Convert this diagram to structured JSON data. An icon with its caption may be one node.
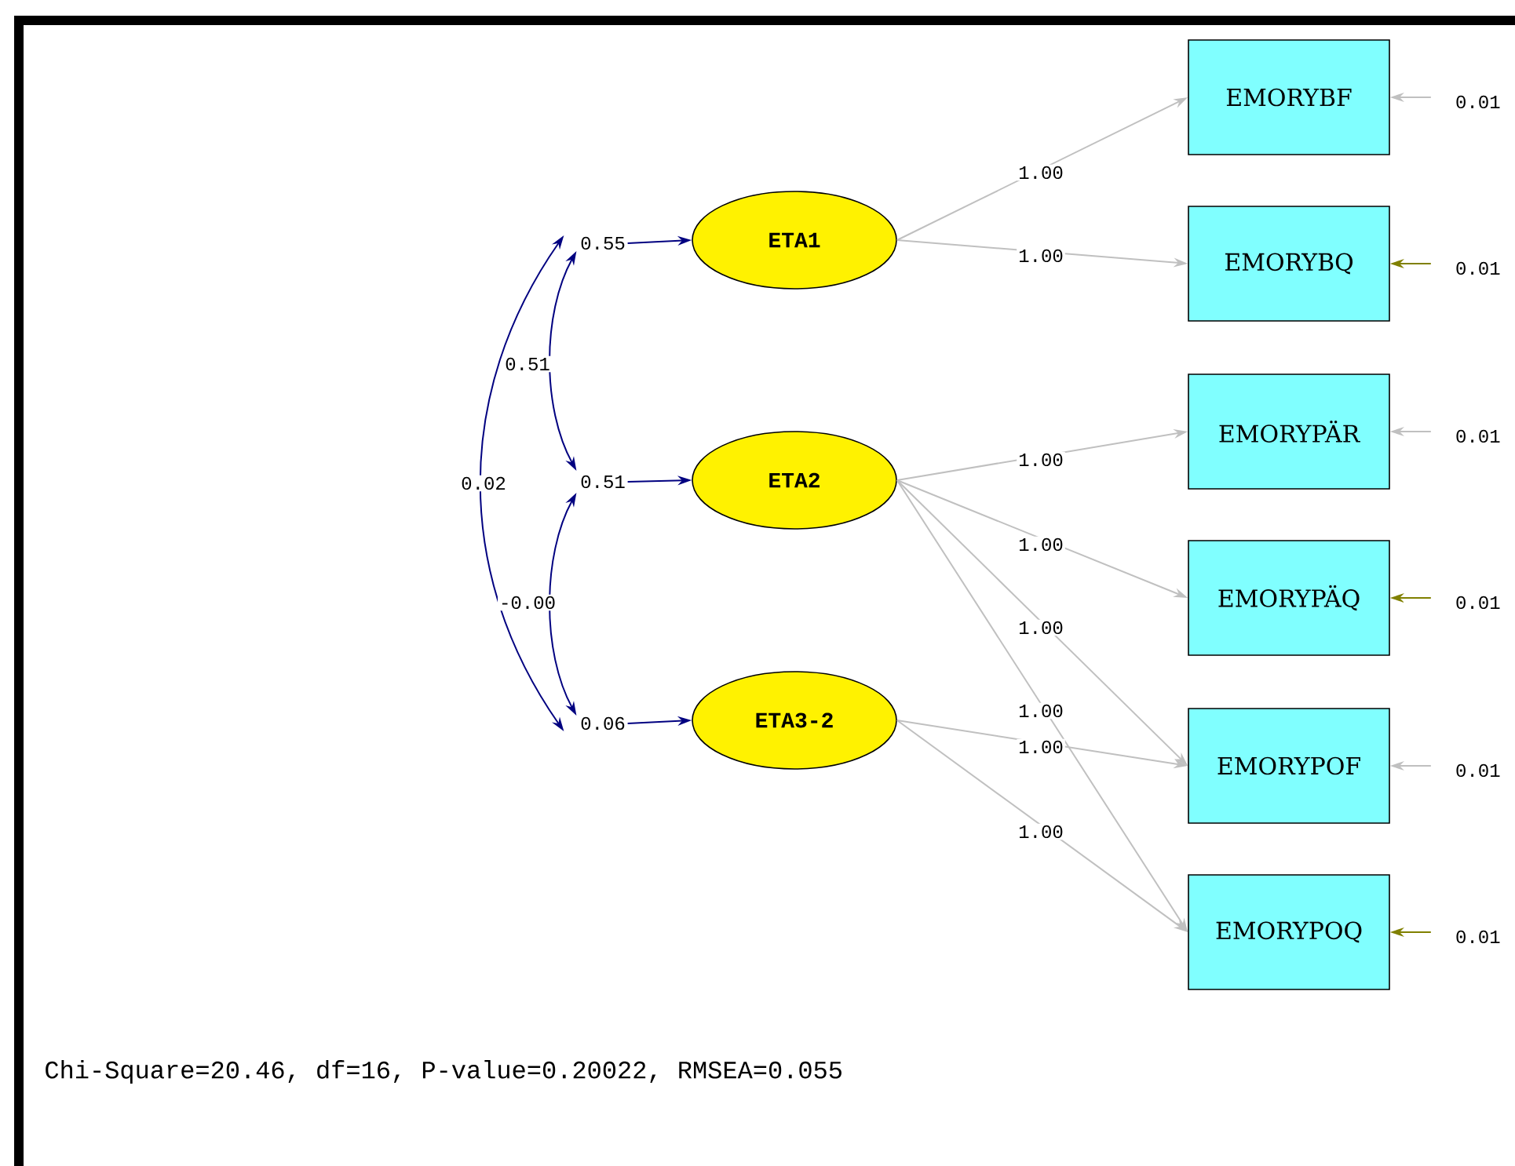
{
  "diagram": {
    "caption": "Chi-Square=20.46, df=16, P-value=0.20022, RMSEA=0.055",
    "nodes": [
      {
        "text": [
          "ETA1"
        ]
      },
      {
        "text": [
          "ETA2"
        ]
      },
      {
        "text": [
          "ETA3-2"
        ]
      },
      {
        "text": [
          "0.55"
        ]
      },
      {
        "text": [
          "0.51"
        ]
      },
      {
        "text": [
          "0.06"
        ]
      },
      {
        "text": [
          "EMORYBF"
        ]
      },
      {
        "text": [
          "EMORYBQ"
        ]
      },
      {
        "text": [
          "EMORYPÄR"
        ]
      },
      {
        "text": [
          "EMORYPÄQ"
        ]
      },
      {
        "text": [
          "EMORYPOF"
        ]
      },
      {
        "text": [
          "EMORYPOQ"
        ]
      }
    ],
    "edges": [
      {
        "from": 0,
        "to": 6,
        "arrow": "to",
        "label": "1.00"
      },
      {
        "from": 0,
        "to": 7,
        "arrow": "to",
        "label": "1.00"
      },
      {
        "from": 1,
        "to": 8,
        "arrow": "to",
        "label": "1.00"
      },
      {
        "from": 1,
        "to": 9,
        "arrow": "to",
        "label": "1.00"
      },
      {
        "from": 1,
        "to": 10,
        "arrow": "to",
        "label": "1.00"
      },
      {
        "from": 1,
        "to": 11,
        "arrow": "to",
        "label": "1.00"
      },
      {
        "from": 2,
        "to": 10,
        "arrow": "to",
        "label": "1.00"
      },
      {
        "from": 2,
        "to": 11,
        "arrow": "to",
        "label": "1.00"
      },
      {
        "from": 3,
        "to": 4,
        "arrow": "both",
        "label": "0.51",
        "color": "#000080"
      },
      {
        "from": 3,
        "to": 5,
        "arrow": "both",
        "label": "0.02",
        "color": "#000080"
      },
      {
        "from": 4,
        "to": 5,
        "arrow": "both",
        "label": "-0.00",
        "color": "#000080"
      },
      {
        "from": 3,
        "to": 0,
        "arrow": "to",
        "color": "#000080"
      },
      {
        "from": 4,
        "to": 1,
        "arrow": "to",
        "color": "#000080"
      },
      {
        "from": 5,
        "to": 2,
        "arrow": "to",
        "color": "#000080"
      },
      {
        "from": null,
        "to": 6,
        "arrow": "to",
        "label": "0.01"
      },
      {
        "from": null,
        "to": 7,
        "arrow": "to",
        "label": "0.01",
        "color": "#808000"
      },
      {
        "from": null,
        "to": 8,
        "arrow": "to",
        "label": "0.01"
      },
      {
        "from": null,
        "to": 9,
        "arrow": "to",
        "label": "0.01",
        "color": "#808000"
      },
      {
        "from": null,
        "to": 10,
        "arrow": "to",
        "label": "0.01"
      },
      {
        "from": null,
        "to": 11,
        "arrow": "to",
        "label": "0.01",
        "color": "#808000"
      }
    ]
  }
}
